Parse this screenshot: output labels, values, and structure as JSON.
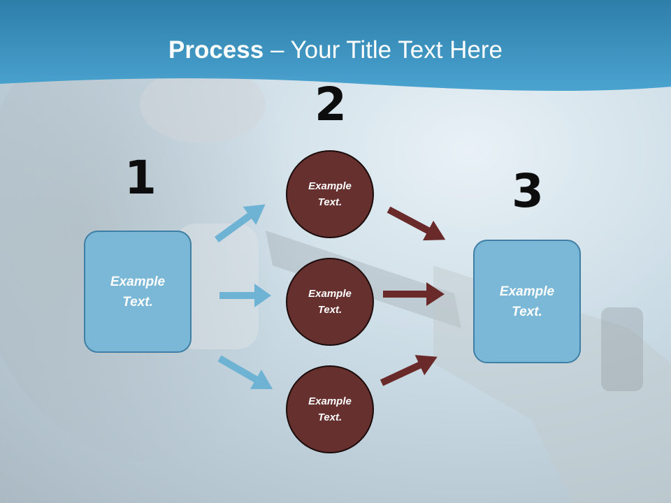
{
  "title": {
    "bold": "Process",
    "rest": " – Your Title Text Here"
  },
  "steps": {
    "one": "1",
    "two": "2",
    "three": "3"
  },
  "left_box": {
    "line1": "Example",
    "line2": "Text."
  },
  "right_box": {
    "line1": "Example",
    "line2": "Text."
  },
  "circles": [
    {
      "line1": "Example",
      "line2": "Text."
    },
    {
      "line1": "Example",
      "line2": "Text."
    },
    {
      "line1": "Example",
      "line2": "Text."
    }
  ],
  "colors": {
    "header": "#3a8fc0",
    "box_fill": "#7bb7d6",
    "circle_fill": "#66302e",
    "blue_arrow": "#6fb3d4",
    "brown_arrow": "#6a2a2a"
  }
}
